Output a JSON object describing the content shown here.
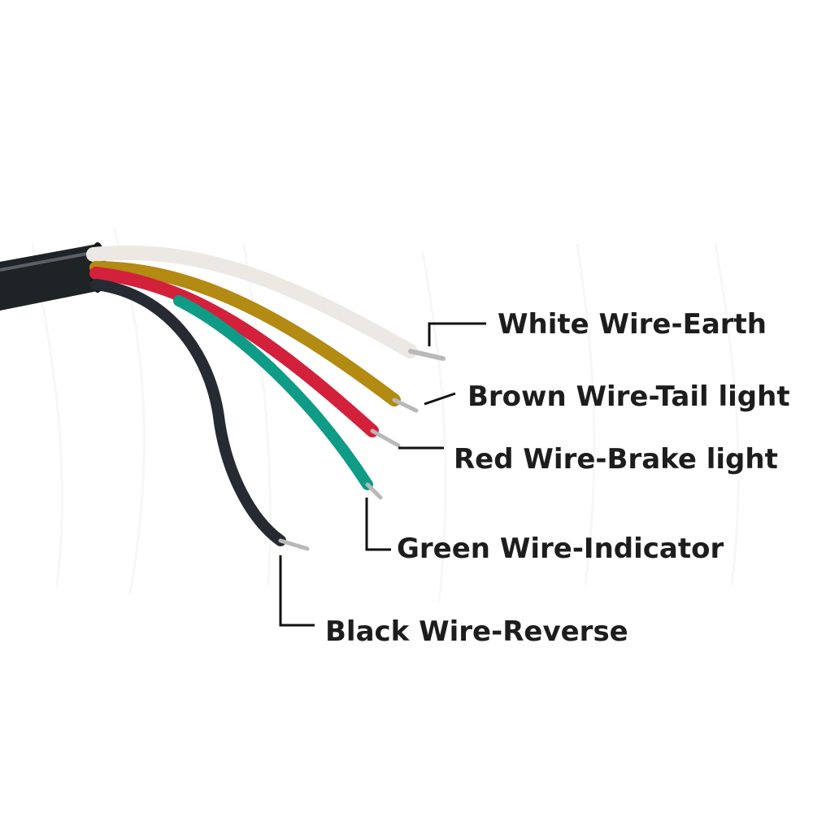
{
  "diagram": {
    "labels": {
      "white": "White Wire-Earth",
      "brown": "Brown Wire-Tail light",
      "red": "Red Wire-Brake light",
      "green": "Green Wire-Indicator",
      "black": "Black Wire-Reverse"
    },
    "colors": {
      "sheath": "#1e2326",
      "white_wire": "#ece9e4",
      "brown_wire": "#b38a12",
      "red_wire": "#d3213c",
      "green_wire": "#0f9c86",
      "black_wire": "#252a33",
      "copper_tip": "#b9b9b9",
      "leader_line": "#111111",
      "label_text": "#1d1d1d"
    }
  }
}
